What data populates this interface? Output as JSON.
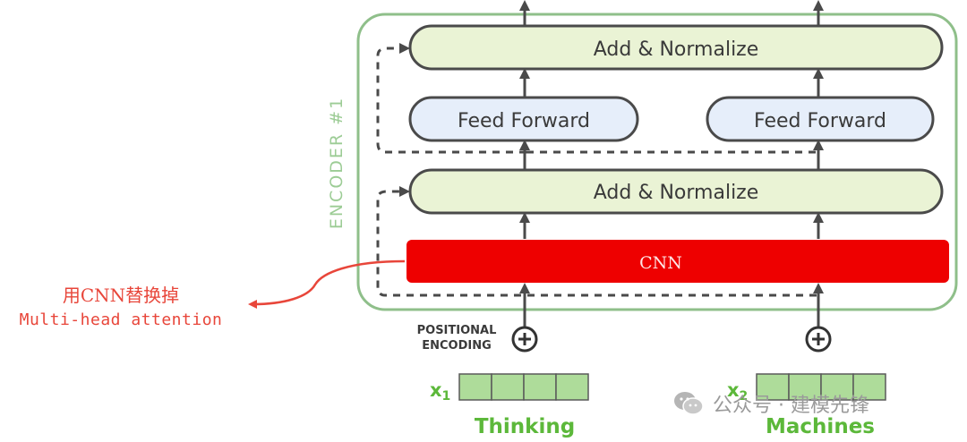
{
  "encoder": {
    "title": "ENCODER #1",
    "add_normalize_top": "Add & Normalize",
    "add_normalize_bottom": "Add & Normalize",
    "feed_forward_left": "Feed Forward",
    "feed_forward_right": "Feed Forward",
    "cnn_label": "CNN"
  },
  "positional_encoding": {
    "line1": "POSITIONAL",
    "line2": "ENCODING"
  },
  "inputs": [
    {
      "label": "x",
      "subscript": "1",
      "word": "Thinking"
    },
    {
      "label": "x",
      "subscript": "2",
      "word": "Machines"
    }
  ],
  "annotation": {
    "line1": "用CNN替换掉",
    "line2": "Multi-head attention"
  },
  "watermark": "公众号 · 建模先锋",
  "colors": {
    "encoder_border": "#8fbf8a",
    "encoder_title": "#9ccc95",
    "add_norm_fill": "#eaf3d5",
    "feed_forward_fill": "#e6eefa",
    "cnn_fill": "#ee0000",
    "cnn_text": "#ffe6e6",
    "annotation": "#e8463a",
    "input_cell": "#aedc9a",
    "input_text": "#5cb83a",
    "arrow": "#4a4a4a"
  }
}
